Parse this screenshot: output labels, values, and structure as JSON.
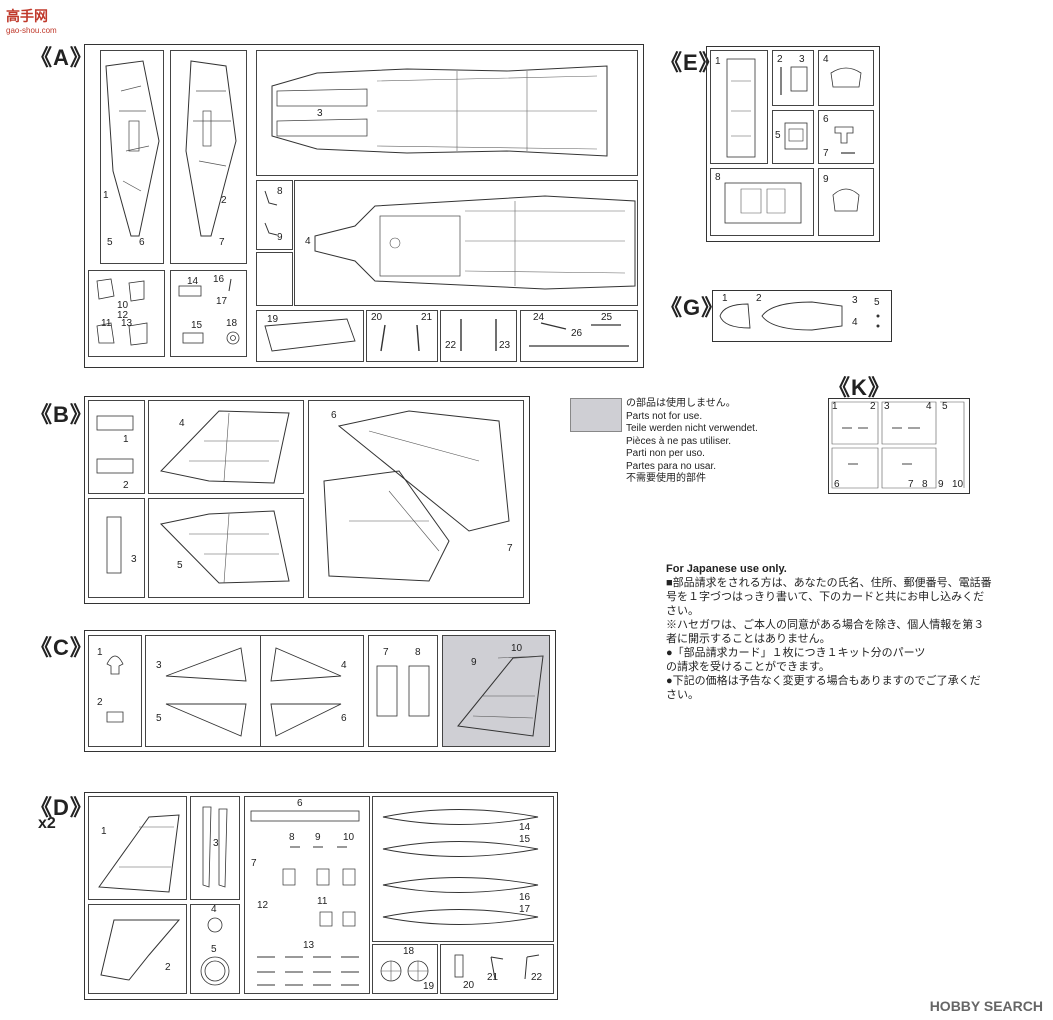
{
  "watermark_top": {
    "title": "高手网",
    "url": "gao-shou.com"
  },
  "watermark_bottom": "HOBBY SEARCH",
  "sections": {
    "A": "《A》",
    "B": "《B》",
    "C": "《C》",
    "D": "《D》",
    "D_qty": "x2",
    "E": "《E》",
    "G": "《G》",
    "K": "《K》"
  },
  "legend": {
    "lines": [
      "の部品は使用しません。",
      "Parts not for use.",
      "Teile werden nicht verwendet.",
      "Pièces à ne pas utiliser.",
      "Parti non per uso.",
      "Partes para no usar.",
      "不需要使用的部件"
    ]
  },
  "japanese_note": {
    "heading": "For Japanese use only.",
    "lines": [
      "■部品請求をされる方は、あなたの氏名、住所、郵便番号、電話番",
      "号を１字づつはっきり書いて、下のカードと共にお申し込みくだ",
      "さい。",
      "※ハセガワは、ご本人の同意がある場合を除き、個人情報を第３",
      "者に開示することはありません。",
      "●「部品請求カード」１枚につき１キット分のパーツ",
      "の請求を受けることができます。",
      "●下記の価格は予告なく変更する場合もありますのでご了承くだ",
      "さい。"
    ]
  },
  "part_numbers": {
    "A": [
      "1",
      "2",
      "3",
      "4",
      "5",
      "6",
      "7",
      "8",
      "9",
      "10",
      "11",
      "12",
      "13",
      "14",
      "15",
      "16",
      "17",
      "18",
      "19",
      "20",
      "21",
      "22",
      "23",
      "24",
      "25",
      "26"
    ],
    "B": [
      "1",
      "2",
      "3",
      "4",
      "5",
      "6",
      "7"
    ],
    "C": [
      "1",
      "2",
      "3",
      "4",
      "5",
      "6",
      "7",
      "8",
      "9",
      "10"
    ],
    "D": [
      "1",
      "2",
      "3",
      "4",
      "5",
      "6",
      "7",
      "8",
      "9",
      "10",
      "11",
      "12",
      "13",
      "14",
      "15",
      "16",
      "17",
      "18",
      "19",
      "20",
      "21",
      "22"
    ],
    "E": [
      "1",
      "2",
      "3",
      "4",
      "5",
      "6",
      "7",
      "8",
      "9"
    ],
    "G": [
      "1",
      "2",
      "3",
      "4",
      "5"
    ],
    "K": [
      "1",
      "2",
      "3",
      "4",
      "5",
      "6",
      "7",
      "8",
      "9",
      "10"
    ]
  }
}
